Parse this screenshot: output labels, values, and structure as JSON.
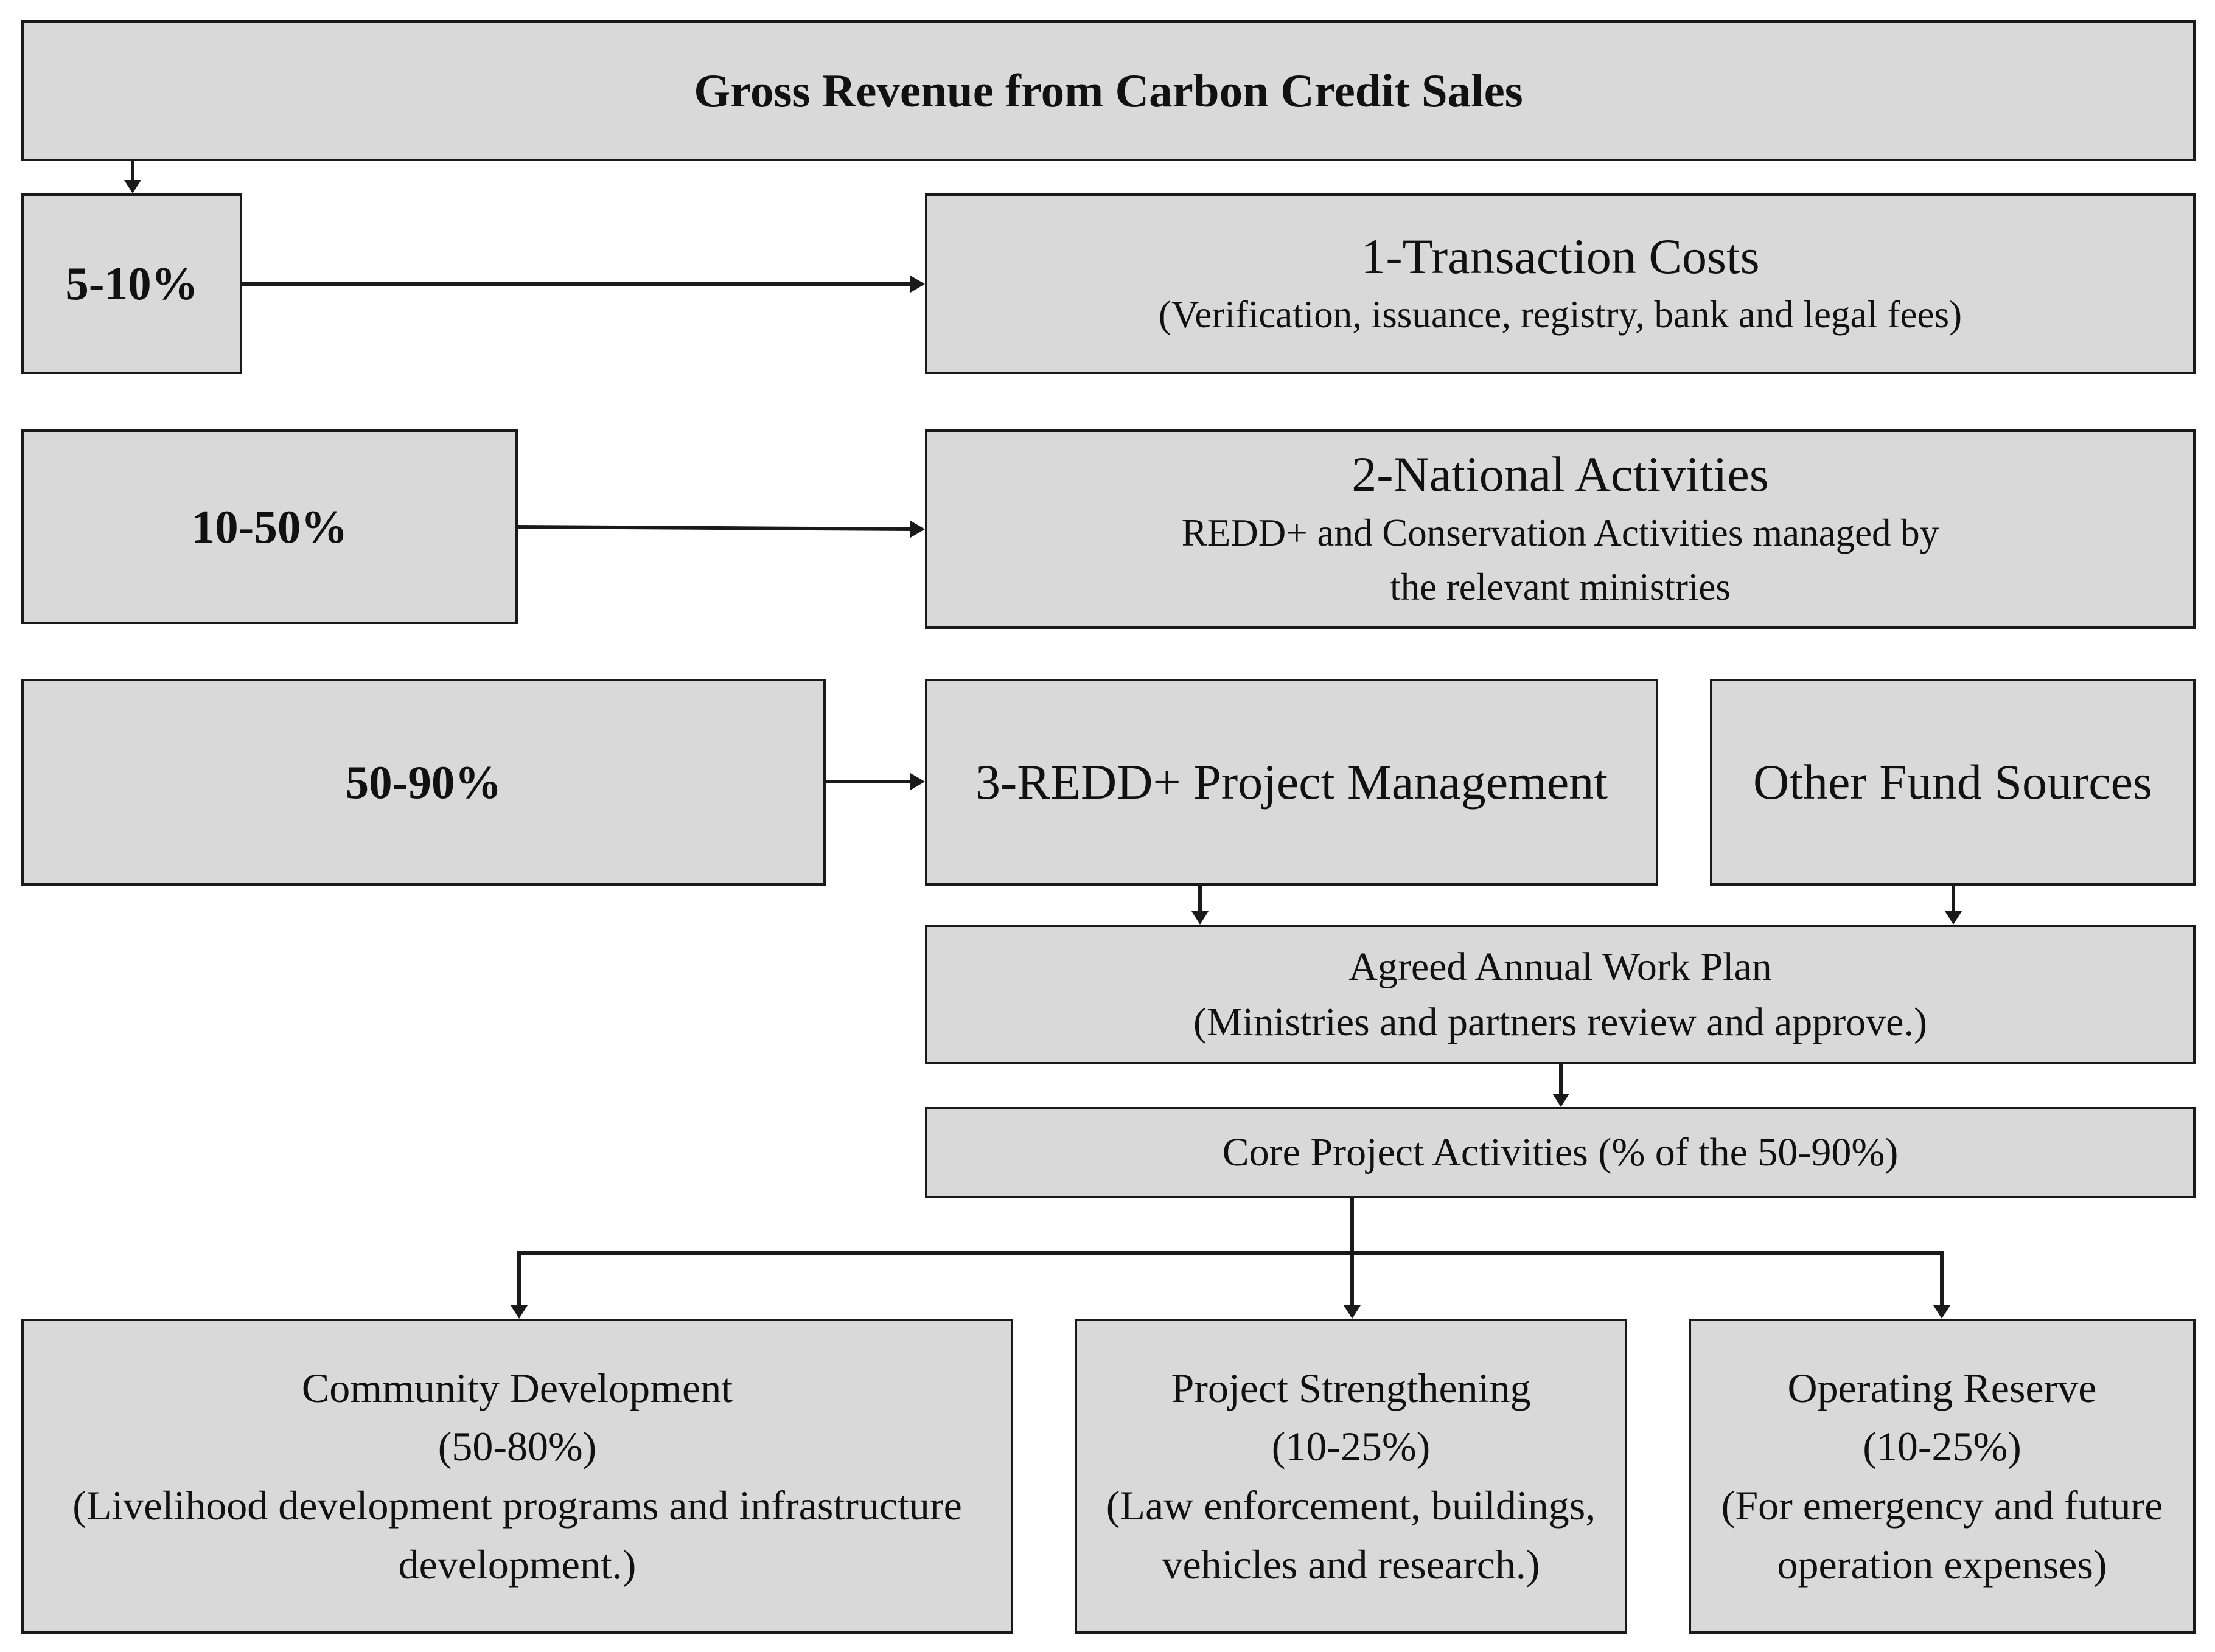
{
  "header": {
    "title": "Gross Revenue from Carbon Credit Sales"
  },
  "shares": {
    "transaction": "5-10%",
    "national": "10-50%",
    "project": "50-90%"
  },
  "transaction_costs": {
    "title": "1-Transaction Costs",
    "detail": "(Verification, issuance, registry, bank and legal fees)"
  },
  "national_activities": {
    "title": "2-National Activities",
    "detail_line1": "REDD+ and Conservation Activities managed by",
    "detail_line2": "the relevant ministries"
  },
  "project_management": {
    "title": "3-REDD+ Project Management"
  },
  "other_funds": {
    "title": "Other Fund Sources"
  },
  "work_plan": {
    "title": "Agreed Annual Work Plan",
    "detail": "(Ministries and partners review and approve.)"
  },
  "core_activities": {
    "title": "Core Project Activities (% of the 50-90%)"
  },
  "outcomes": [
    {
      "title": "Community Development",
      "share": "(50-80%)",
      "detail_line1": "(Livelihood development programs and infrastructure",
      "detail_line2": "development.)"
    },
    {
      "title": "Project Strengthening",
      "share": "(10-25%)",
      "detail_line1": "(Law enforcement, buildings,",
      "detail_line2": "vehicles and research.)"
    },
    {
      "title": "Operating Reserve",
      "share": "(10-25%)",
      "detail_line1": "(For emergency and future",
      "detail_line2": "operation expenses)"
    }
  ],
  "colors": {
    "box_fill": "#d9d9d9",
    "line": "#1a1a1a"
  }
}
